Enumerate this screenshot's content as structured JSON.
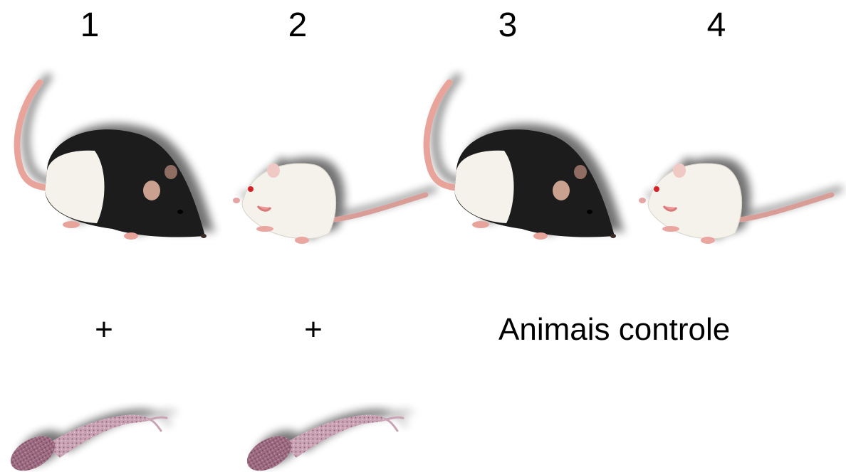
{
  "groups": [
    {
      "number": "1",
      "animal": "hooded-rat",
      "infected": true
    },
    {
      "number": "2",
      "animal": "albino-rat",
      "infected": true
    },
    {
      "number": "3",
      "animal": "hooded-rat",
      "infected": false
    },
    {
      "number": "4",
      "animal": "albino-rat",
      "infected": false
    }
  ],
  "labels": {
    "plus_1": "+",
    "plus_2": "+",
    "control": "Animais controle"
  },
  "colors": {
    "black_fur": "#1a1a1a",
    "white_fur": "#f4f2ea",
    "pink_tail": "#e8a49a",
    "parasite": "#b58a9c",
    "eye_red": "#d4212a"
  }
}
